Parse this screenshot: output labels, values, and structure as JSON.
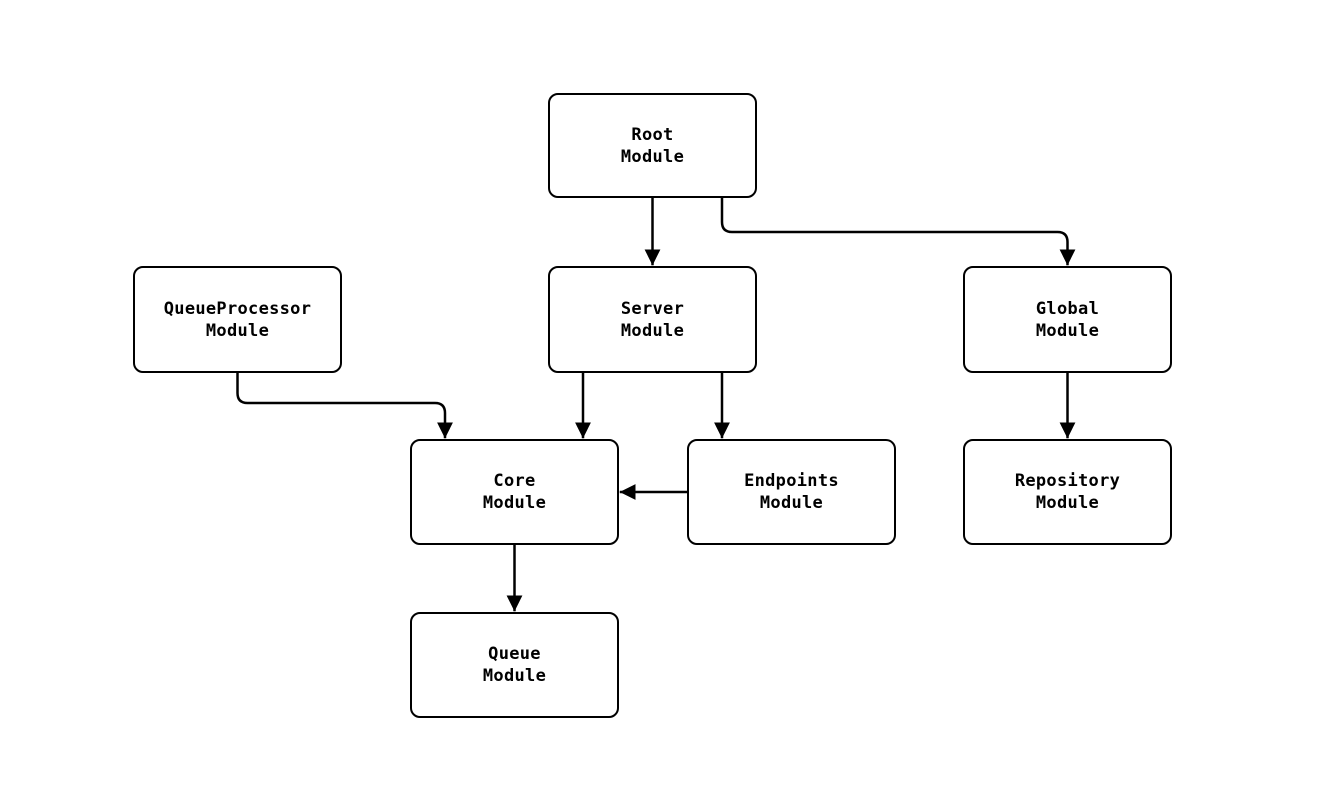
{
  "diagram": {
    "background_color": "#ffffff",
    "node_fill_color": "#ffffff",
    "stroke_color": "#000000",
    "text_color": "#000000"
  },
  "nodes": [
    {
      "id": "root",
      "label": "Root\nModule"
    },
    {
      "id": "queueprocessor",
      "label": "QueueProcessor\nModule"
    },
    {
      "id": "server",
      "label": "Server\nModule"
    },
    {
      "id": "global",
      "label": "Global\nModule"
    },
    {
      "id": "core",
      "label": "Core\nModule"
    },
    {
      "id": "endpoints",
      "label": "Endpoints\nModule"
    },
    {
      "id": "repository",
      "label": "Repository\nModule"
    },
    {
      "id": "queue",
      "label": "Queue\nModule"
    }
  ],
  "edges": [
    {
      "from": "Root Module",
      "to": "Server Module"
    },
    {
      "from": "Root Module",
      "to": "Global Module"
    },
    {
      "from": "QueueProcessor Module",
      "to": "Core Module"
    },
    {
      "from": "Server Module",
      "to": "Core Module"
    },
    {
      "from": "Server Module",
      "to": "Endpoints Module"
    },
    {
      "from": "Endpoints Module",
      "to": "Core Module"
    },
    {
      "from": "Global Module",
      "to": "Repository Module"
    },
    {
      "from": "Core Module",
      "to": "Queue Module"
    }
  ]
}
